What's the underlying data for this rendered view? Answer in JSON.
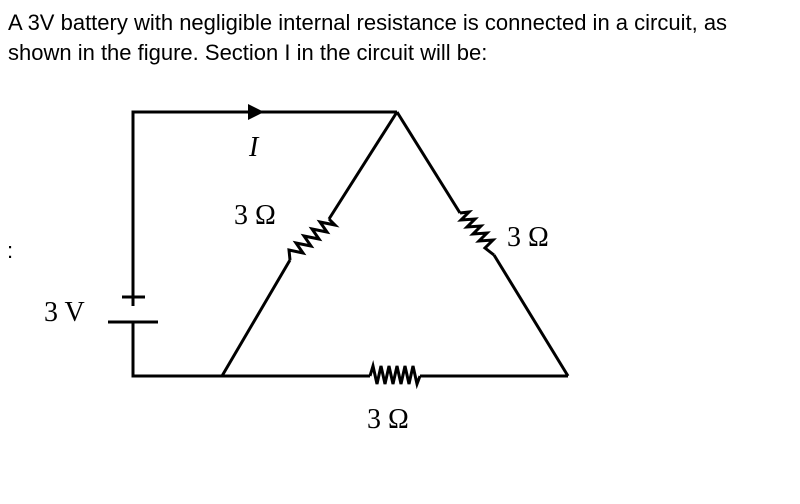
{
  "question": {
    "text": "A 3V battery with negligible internal resistance is connected in a circuit, as shown in the figure. Section I in the circuit will be:",
    "trailing_mark": ":"
  },
  "figure": {
    "current_label": "I",
    "battery_label": "3 V",
    "resistor_left_label": "3 Ω",
    "resistor_right_label": "3 Ω",
    "resistor_bottom_label": "3 Ω"
  },
  "colors": {
    "ink": "#000000",
    "background": "#ffffff"
  }
}
